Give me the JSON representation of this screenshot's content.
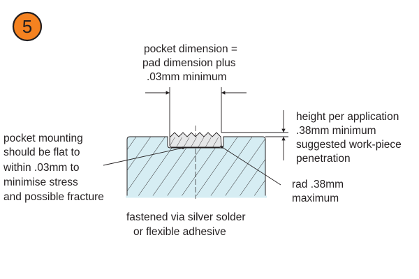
{
  "step_badge": {
    "number": "5",
    "color": "#f58220"
  },
  "labels": {
    "pocket_dimension": [
      "pocket dimension =",
      "pad dimension plus",
      ".03mm minimum"
    ],
    "height": [
      "height per application",
      ".38mm minimum",
      "suggested work-piece",
      "penetration"
    ],
    "pocket_mounting": [
      "pocket mounting",
      "should be flat to",
      "within .03mm to",
      "minimise stress",
      "and possible fracture"
    ],
    "rad": [
      "rad .38mm",
      "maximum"
    ],
    "fastened": [
      "fastened via silver solder",
      "or flexible adhesive"
    ]
  },
  "colors": {
    "workpiece": "#d6edf3",
    "pad": "#e6e7e8",
    "line": "#231f20"
  }
}
